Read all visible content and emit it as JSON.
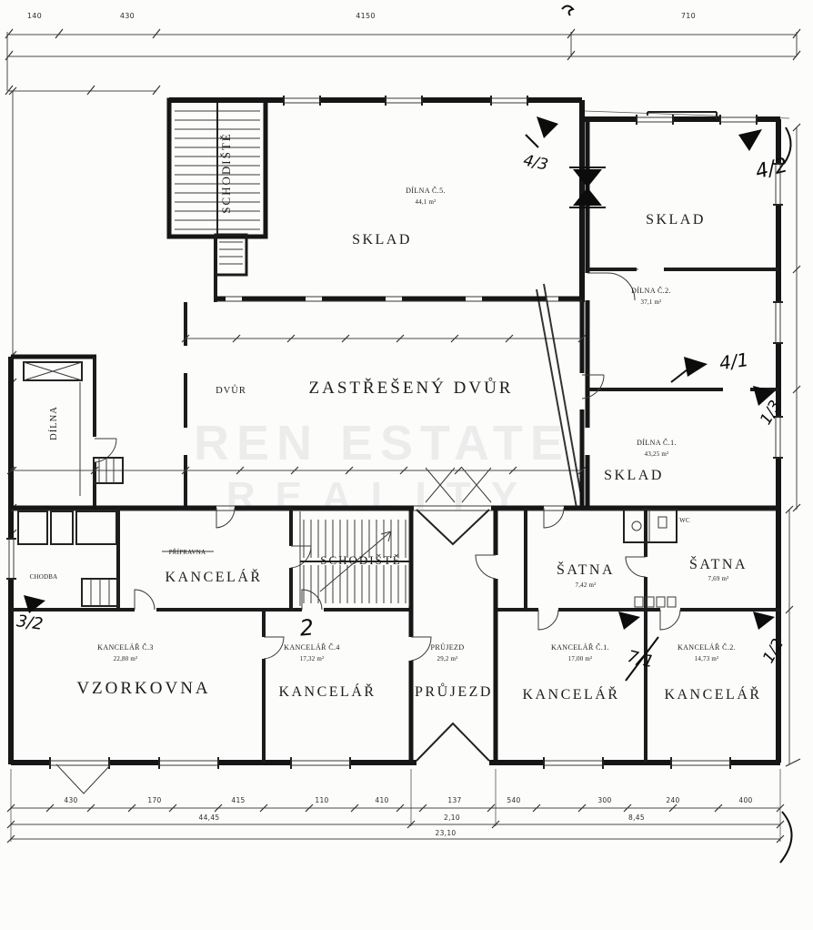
{
  "palette": {
    "ink": "#161616",
    "paper": "#fcfcfb",
    "watermark": "#e0e0e0"
  },
  "watermark": {
    "line1": "REN ESTATE",
    "line2": "REALITY"
  },
  "rooms": {
    "schodisteTop": "SCHODIŠTĚ",
    "dilna5": "DÍLNA Č.5.",
    "dilna5Area": "44,1 m²",
    "skladTop": "SKLAD",
    "skladRight": "SKLAD",
    "dilna2": "DÍLNA Č.2.",
    "dilna2Area": "37,1 m²",
    "dvur": "DVŮR",
    "zastresenyDvur": "ZASTŘEŠENÝ DVŮR",
    "dilnaLeft": "DÍLNA",
    "dilna1": "DÍLNA Č.1.",
    "dilna1Area": "43,25 m²",
    "skladMid": "SKLAD",
    "schodisteBottom": "SCHODIŠTĚ",
    "pripravna": "PŘÍPRAVNA",
    "kancelarMid": "KANCELÁŘ",
    "chodba": "CHODBA",
    "wc": "WC",
    "satna1": "ŠATNA",
    "satna1Area": "7,42 m²",
    "satna2": "ŠATNA",
    "satna2Area": "7,69 m²",
    "kancelar3": "KANCELÁŘ Č.3",
    "kancelar3Area": "22,80 m²",
    "kancelar4": "KANCELÁŘ Č.4",
    "kancelar4Area": "17,32 m²",
    "prujezdSmall": "PRŮJEZD",
    "prujezdSmallArea": "29,2 m²",
    "kancelar1": "KANCELÁŘ Č.1.",
    "kancelar1Area": "17,00 m²",
    "kancelar2": "KANCELÁŘ Č.2.",
    "kancelar2Area": "14,73 m²",
    "vzorkovna": "VZORKOVNA",
    "kancelarBL": "KANCELÁŘ",
    "prujezd": "PRŮJEZD",
    "kancelarBM": "KANCELÁŘ",
    "kancelarBR": "KANCELÁŘ"
  },
  "marks": {
    "m43": "4/3",
    "m42": "4/2",
    "m41": "4/1",
    "m13": "1/3",
    "m32": "3/2",
    "m2": "2",
    "m71": "7/1",
    "m12": "1/2"
  },
  "dims": {
    "top": [
      "140",
      "430",
      "4150",
      "710"
    ],
    "bottom1": [
      "430",
      "170",
      "415",
      "110",
      "410",
      "137",
      "540",
      "300",
      "240",
      "400"
    ],
    "bottom2": [
      "44,45",
      "2,10",
      "8,45"
    ],
    "total": "23,10"
  }
}
